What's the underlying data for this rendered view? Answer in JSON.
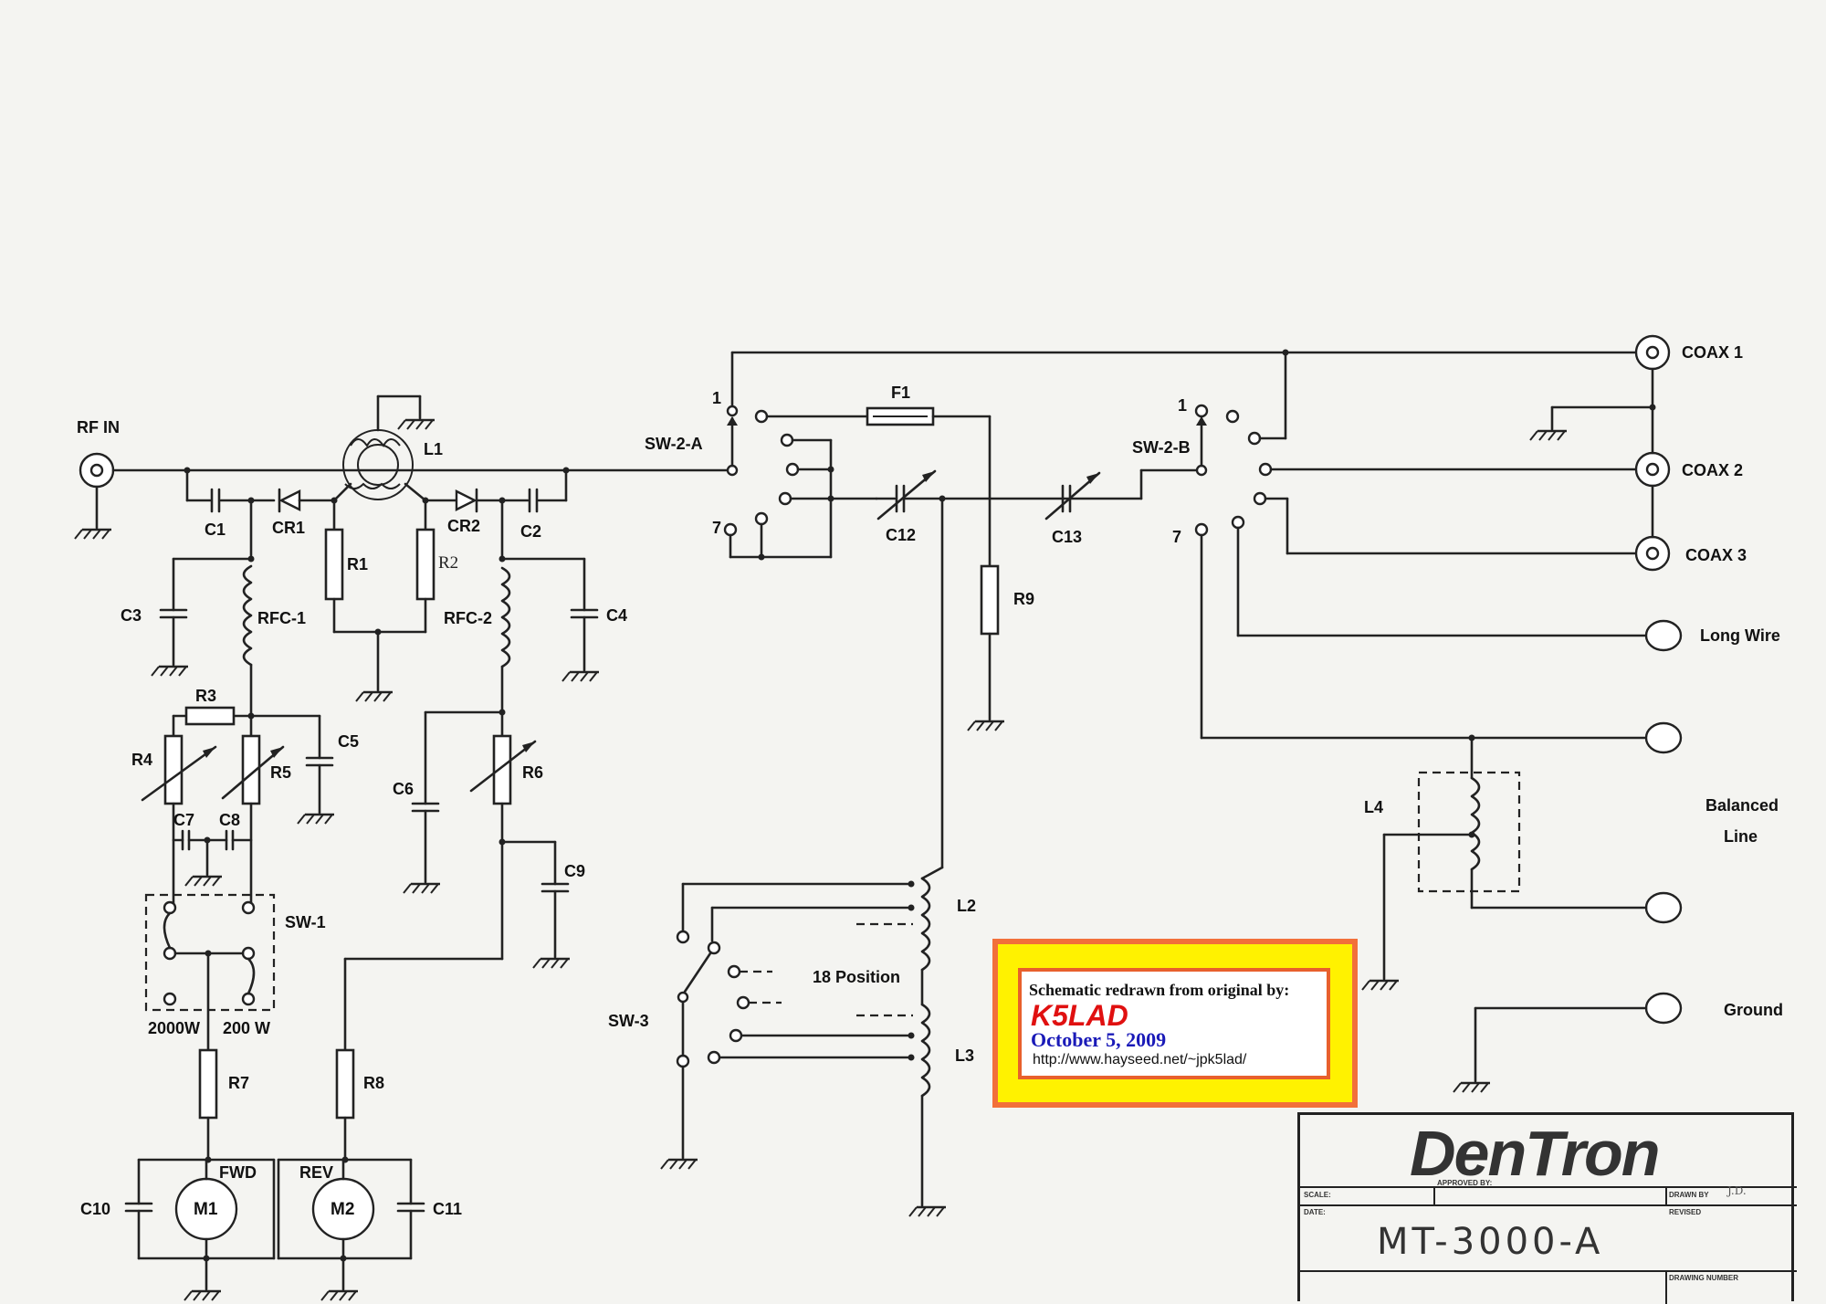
{
  "labels": {
    "rf_in": "RF IN",
    "l1": "L1",
    "c1": "C1",
    "cr1": "CR1",
    "cr2": "CR2",
    "c2": "C2",
    "r1": "R1",
    "r2": "R2",
    "c3": "C3",
    "rfc1": "RFC-1",
    "rfc2": "RFC-2",
    "c4": "C4",
    "r3": "R3",
    "r4": "R4",
    "r5": "R5",
    "c5": "C5",
    "r6": "R6",
    "c6": "C6",
    "c7": "C7",
    "c8": "C8",
    "c9": "C9",
    "sw1": "SW-1",
    "pos_2000w": "2000W",
    "pos_200w": "200 W",
    "r7": "R7",
    "r8": "R8",
    "fwd": "FWD",
    "rev": "REV",
    "c10": "C10",
    "c11": "C11",
    "m1": "M1",
    "m2": "M2",
    "sw2a": "SW-2-A",
    "sw2b": "SW-2-B",
    "pos1a": "1",
    "pos7a": "7",
    "pos1b": "1",
    "pos7b": "7",
    "f1": "F1",
    "c12": "C12",
    "c13": "C13",
    "r9": "R9",
    "l2": "L2",
    "l3": "L3",
    "sw3": "SW-3",
    "pos18": "18 Position",
    "l4": "L4",
    "coax1": "COAX 1",
    "coax2": "COAX 2",
    "coax3": "COAX 3",
    "long_wire": "Long Wire",
    "balanced": "Balanced",
    "line": "Line",
    "ground": "Ground"
  },
  "credit": {
    "line1": "Schematic redrawn from original by:",
    "callsign": "K5LAD",
    "date": "October 5, 2009",
    "url": "http://www.hayseed.net/~jpk5lad/"
  },
  "title_block": {
    "logo": "DenTron",
    "scale": "SCALE:",
    "date": "DATE:",
    "approved_by": "APPROVED BY:",
    "drawn_by": "DRAWN BY",
    "drawn_by_value": "J.D.",
    "revised": "REVISED",
    "drawing_number": "DRAWING NUMBER",
    "model": "MT-3000-A"
  },
  "colors": {
    "credit_bg": "#fff200",
    "credit_border": "#f2703a",
    "callsign": "#e01010",
    "date": "#1a1ab8"
  }
}
